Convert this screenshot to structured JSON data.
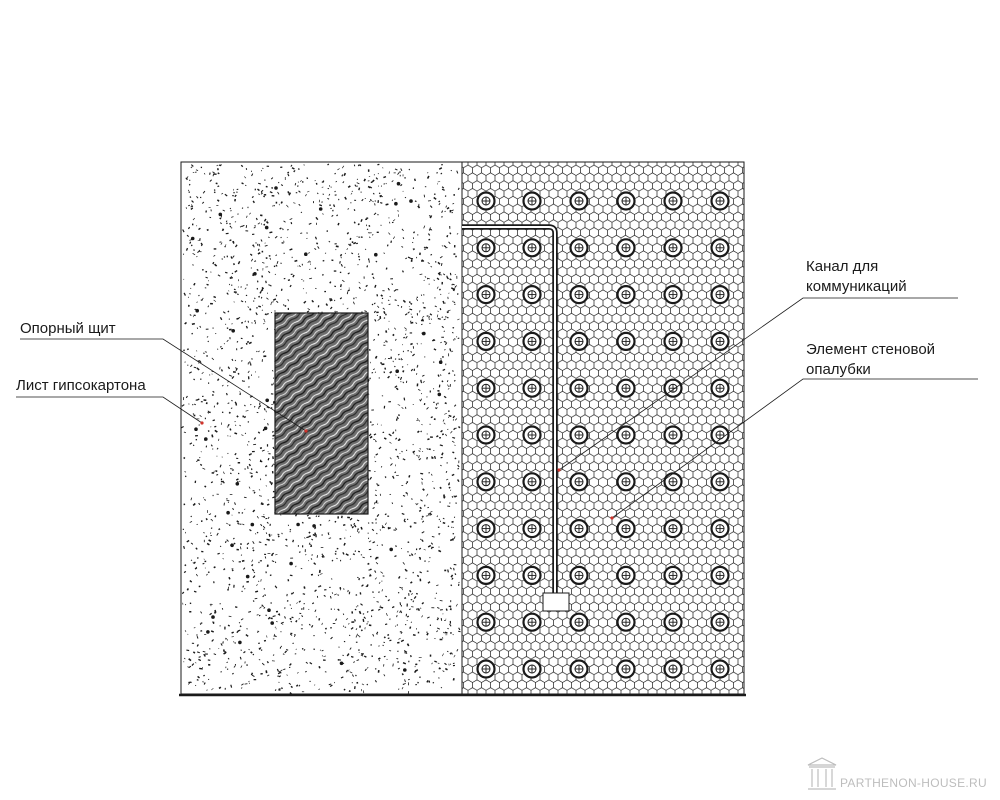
{
  "labels": {
    "support_panel": "Опорный щит",
    "drywall_sheet": "Лист гипсокартона",
    "channel_line1": "Канал для",
    "channel_line2": "коммуникаций",
    "formwork_line1": "Элемент стеновой",
    "formwork_line2": "опалубки"
  },
  "watermark": {
    "text": "PARTHENON-HOUSE.RU",
    "icon": "column-icon",
    "color": "#bdbdbd"
  },
  "colors": {
    "line": "#1a1a1a",
    "marker": "#d0342c"
  }
}
